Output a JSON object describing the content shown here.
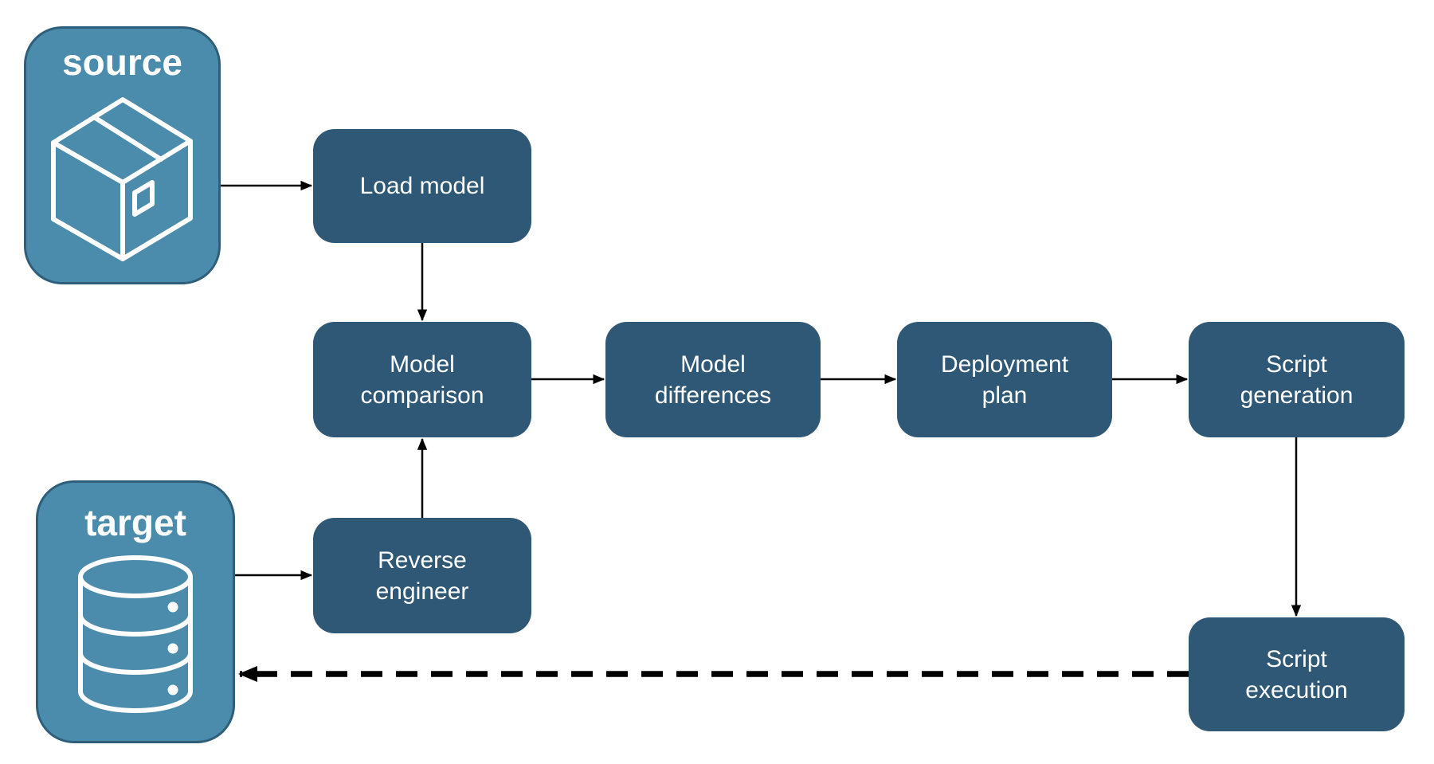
{
  "diagram": {
    "colors": {
      "background": "#FFFFFF",
      "process_fill": "#2E5876",
      "endpoint_fill": "#4B8CAD",
      "endpoint_border": "#2E5E7A",
      "label_text": "#FFFFFF",
      "arrow": "#000000"
    },
    "endpoints": {
      "source": {
        "label": "source",
        "icon": "package-icon"
      },
      "target": {
        "label": "target",
        "icon": "database-icon"
      }
    },
    "nodes": {
      "load_model": {
        "lines": [
          "Load model"
        ]
      },
      "model_comparison": {
        "lines": [
          "Model",
          "comparison"
        ]
      },
      "model_differences": {
        "lines": [
          "Model",
          "differences"
        ]
      },
      "deployment_plan": {
        "lines": [
          "Deployment",
          "plan"
        ]
      },
      "script_generation": {
        "lines": [
          "Script",
          "generation"
        ]
      },
      "reverse_engineer": {
        "lines": [
          "Reverse",
          "engineer"
        ]
      },
      "script_execution": {
        "lines": [
          "Script",
          "execution"
        ]
      }
    },
    "edges": [
      {
        "from": "source",
        "to": "load_model",
        "style": "solid"
      },
      {
        "from": "load_model",
        "to": "model_comparison",
        "style": "solid"
      },
      {
        "from": "model_comparison",
        "to": "model_differences",
        "style": "solid"
      },
      {
        "from": "model_differences",
        "to": "deployment_plan",
        "style": "solid"
      },
      {
        "from": "deployment_plan",
        "to": "script_generation",
        "style": "solid"
      },
      {
        "from": "script_generation",
        "to": "script_execution",
        "style": "solid"
      },
      {
        "from": "target",
        "to": "reverse_engineer",
        "style": "solid"
      },
      {
        "from": "reverse_engineer",
        "to": "model_comparison",
        "style": "solid"
      },
      {
        "from": "script_execution",
        "to": "target",
        "style": "dashed"
      }
    ]
  }
}
